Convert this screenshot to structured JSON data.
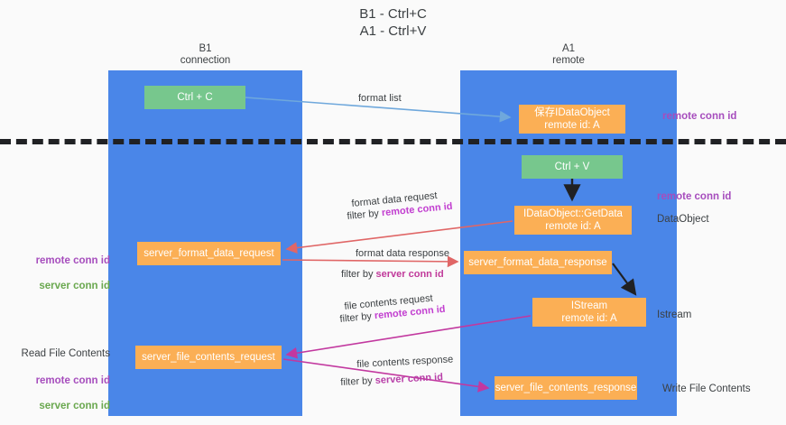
{
  "title": "B1 - Ctrl+C\nA1 - Ctrl+V",
  "columns": {
    "left": "B1\nconnection",
    "right": "A1\nremote"
  },
  "nodes": {
    "ctrl_c": "Ctrl + C",
    "idataobject": "保存IDataObject\nremote id: A",
    "ctrl_v": "Ctrl + V",
    "getdata": "IDataObject::GetData\nremote id: A",
    "server_format_data_request": "server_format_data_request",
    "server_format_data_response": "server_format_data_response",
    "istream": "IStream\nremote id: A",
    "server_file_contents_request": "server_file_contents_request",
    "server_file_contents_response": "server_file_contents_response"
  },
  "side_labels": {
    "remote_conn_id_top": "remote conn id",
    "remote_conn_id_mid": "remote conn id",
    "dataobject": "DataObject",
    "istream": "Istream",
    "write_file_contents": "Write File Contents",
    "read_file_contents": "Read File Contents",
    "left_remote_conn_id": "remote conn id",
    "left_server_conn_id": "server conn id",
    "left_remote_conn_id_2": "remote conn id",
    "left_server_conn_id_2": "server conn id"
  },
  "wire_labels": {
    "format_list": "format list",
    "format_data_request": "format data request",
    "filter_by_prefix": "filter by ",
    "remote_conn_id": "remote conn id",
    "format_data_response": "format data response",
    "server_conn_id": "server conn id",
    "file_contents_request": "file contents request",
    "file_contents_response": "file contents response"
  },
  "colors": {
    "lane": "#4a86e8",
    "green_node": "#77c78d",
    "orange_node": "#fbaf55",
    "purple": "#a64dbd",
    "green_text": "#6aa84f",
    "divider": "#202124",
    "arrow_blue": "#6fa8dc",
    "arrow_red": "#e06666",
    "arrow_magenta": "#c2389f",
    "arrow_black": "#202124",
    "background": "#fafafa"
  }
}
